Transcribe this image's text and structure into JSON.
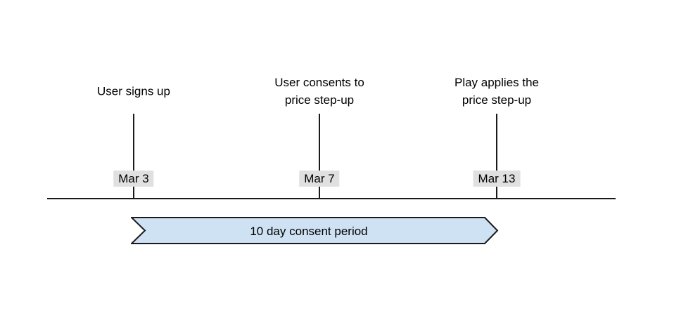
{
  "timeline": {
    "events": [
      {
        "label": "User signs up",
        "date": "Mar 3"
      },
      {
        "label": "User consents to\nprice step-up",
        "date": "Mar 7"
      },
      {
        "label": "Play applies the\nprice step-up",
        "date": "Mar 13"
      }
    ],
    "period_banner": {
      "label": "10 day consent period"
    },
    "colors": {
      "banner_fill": "#cfe2f3",
      "banner_stroke": "#1a1a1a",
      "date_badge_bg": "#e0e0e0",
      "line": "#1a1a1a"
    }
  }
}
